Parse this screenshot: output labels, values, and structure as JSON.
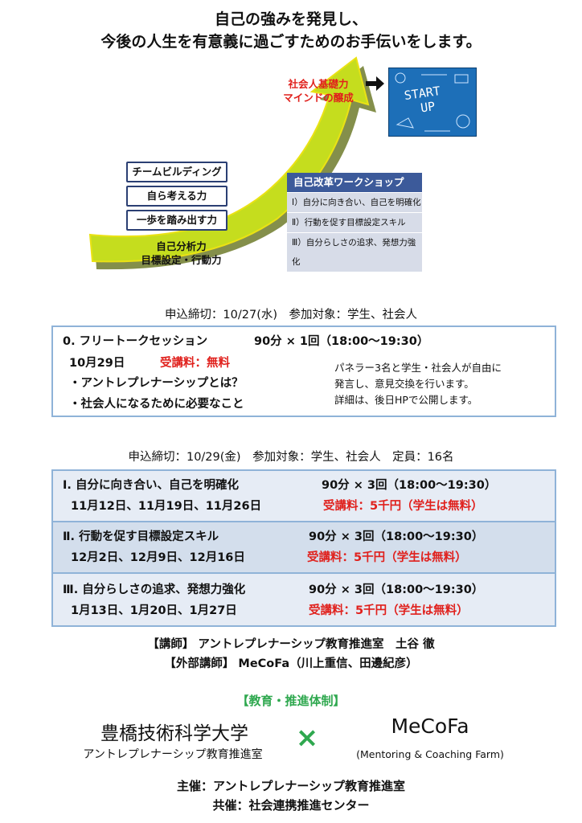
{
  "headline": {
    "line1": "自己の強みを発見し、",
    "line2": "今後の人生を有意義に過ごすためのお手伝いをします。"
  },
  "diagram": {
    "goal_line1": "社会人基礎力",
    "goal_line2": "マインドの醸成",
    "arrow_icon": "right-arrow-icon",
    "startup_image_text_line1": "START",
    "startup_image_text_line2": "UP",
    "steps": [
      "チームビルディング",
      "自ら考える力",
      "一歩を踏み出す力"
    ],
    "base_line1": "自己分析力",
    "base_line2": "目標設定・行動力",
    "workshop_title": "自己改革ワークショップ",
    "workshop_items": [
      "Ⅰ）自分に向き合い、自己を明確化",
      "Ⅱ）行動を促す目標設定スキル",
      "Ⅲ）自分らしさの追求、発想力強化"
    ],
    "colors": {
      "arrow_fill": "#c5dd1e",
      "arrow_stroke": "#e8e417",
      "shadow": "#6f7b2b",
      "workshop_title_bg": "#3c5a9a"
    }
  },
  "deadline1": "申込締切：10/27(水)　参加対象：学生、社会人",
  "free_session": {
    "title": "0. フリートークセッション",
    "time": "90分 × 1回（18:00～19:30）",
    "date": "10月29日",
    "fee": "受講料：無料",
    "topic1": "・アントレプレナーシップとは？",
    "topic2": "・社会人になるために必要なこと",
    "desc1": "パネラー3名と学生・社会人が自由に",
    "desc2": "発言し、意見交換を行います。",
    "desc3": "詳細は、後日HPで公開します。"
  },
  "deadline2": "申込締切：10/29(金)　参加対象：学生、社会人　定員：16名",
  "sessions": [
    {
      "title": "Ⅰ. 自分に向き合い、自己を明確化",
      "time": "90分 × 3回（18:00～19:30）",
      "dates": "11月12日、11月19日、11月26日",
      "fee": "受講料：5千円（学生は無料）"
    },
    {
      "title": "Ⅱ. 行動を促す目標設定スキル",
      "time": "90分 × 3回（18:00～19:30）",
      "dates": "12月2日、12月9日、12月16日",
      "fee": "受講料：5千円（学生は無料）"
    },
    {
      "title": "Ⅲ. 自分らしさの追求、発想力強化",
      "time": "90分 × 3回（18:00～19:30）",
      "dates": "1月13日、1月20日、1月27日",
      "fee": "受講料：5千円（学生は無料）"
    }
  ],
  "lecturers": {
    "line1": "【講師】 アントレプレナーシップ教育推進室　土谷 徹",
    "line2": "【外部講師】 MeCoFa（川上重信、田邊紀彦）"
  },
  "system": {
    "title": "【教育・推進体制】",
    "univ_name": "豊橋技術科学大学",
    "univ_office": "アントレプレナーシップ教育推進室",
    "cross": "×",
    "partner_name": "MeCoFa",
    "partner_full": "(Mentoring & Coaching Farm)",
    "accent": "#2fa84f"
  },
  "host": {
    "organizer": "主催：アントレプレナーシップ教育推進室",
    "co_organizer": "共催：社会連携推進センター"
  }
}
